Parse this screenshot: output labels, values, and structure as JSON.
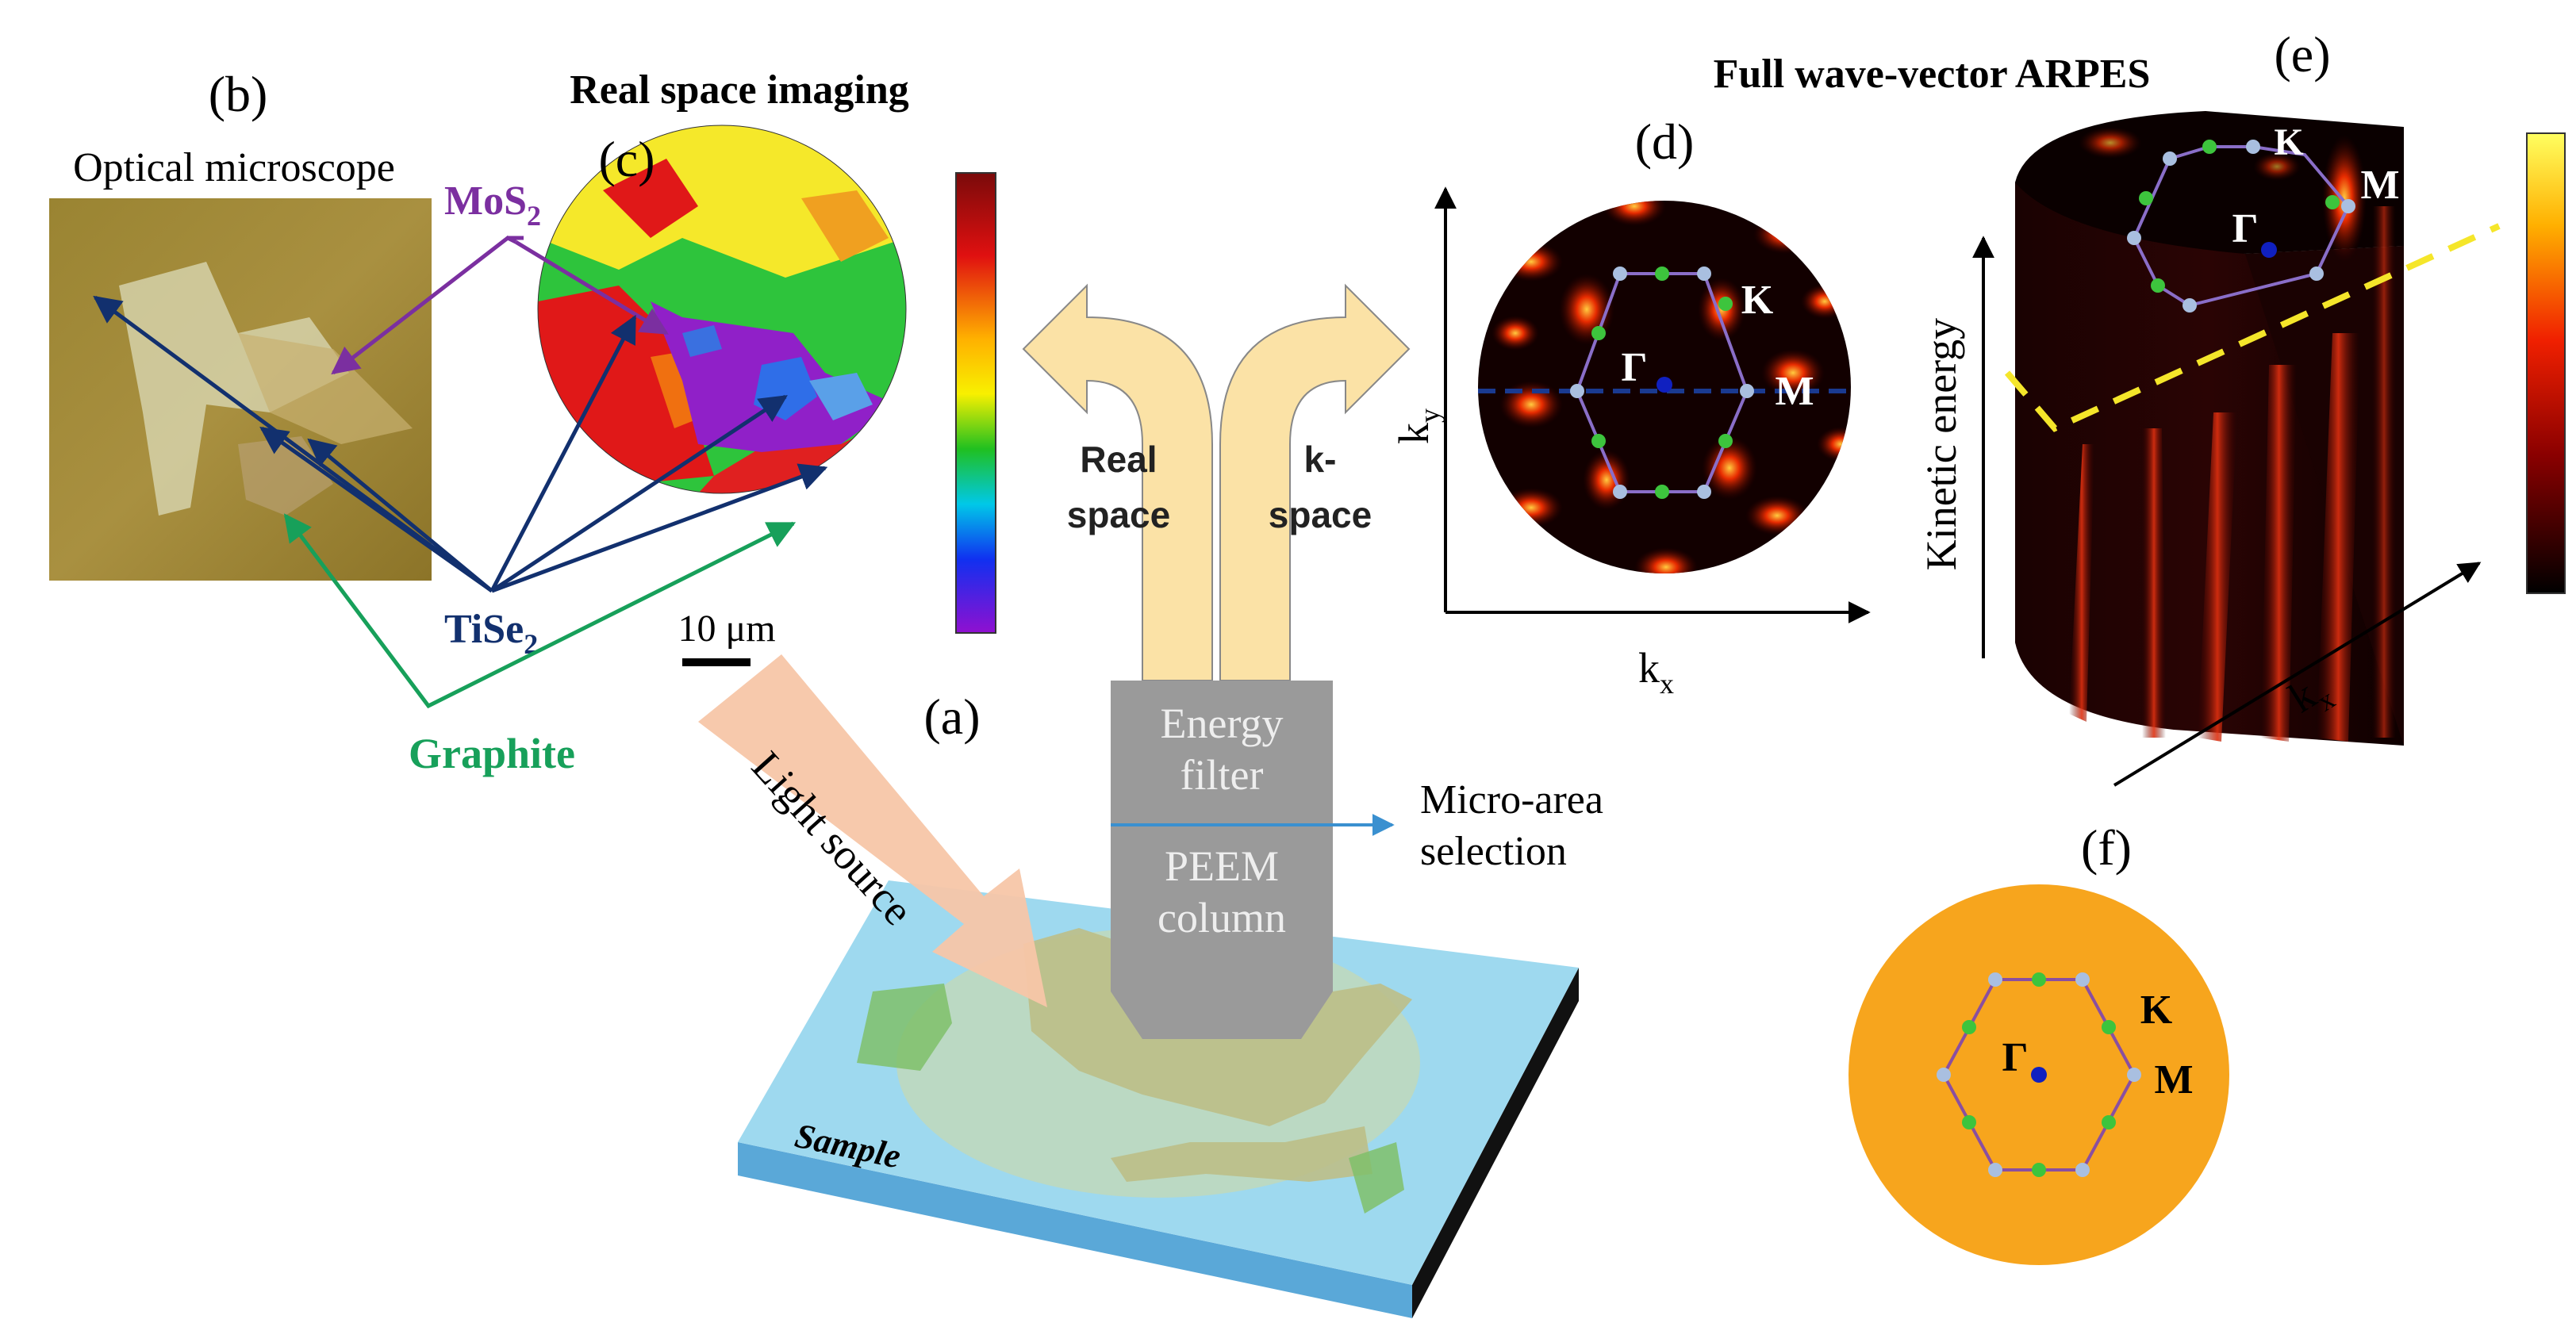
{
  "panels": {
    "b": "(b)",
    "c": "(c)",
    "d": "(d)",
    "e": "(e)",
    "a": "(a)",
    "f": "(f)"
  },
  "headings": {
    "optical": "Optical microscope",
    "real_imaging": "Real space imaging",
    "full_arpes": "Full wave-vector ARPES"
  },
  "materials": {
    "mos2": "MoS",
    "tise2": "TiSe",
    "sub2": "2",
    "graphite": "Graphite"
  },
  "scale": "10 μm",
  "arrows": {
    "real_line1": "Real",
    "real_line2": "space",
    "k_line1": "k-",
    "k_line2": "space"
  },
  "column": {
    "energy1": "Energy",
    "energy2": "filter",
    "peem1": "PEEM",
    "peem2": "column"
  },
  "micro": {
    "line1": "Micro-area",
    "line2": "selection"
  },
  "light": "Light source",
  "sample": "Sample",
  "axes": {
    "k": "k",
    "x": "x",
    "y": "y",
    "kinetic": "Kinetic energy"
  },
  "points": {
    "gamma": "Γ",
    "K": "K",
    "M": "M"
  },
  "colors": {
    "mos2": "#7b2fa0",
    "tise2": "#12306e",
    "graphite": "#17a05a",
    "arrow_fill": "#fbe2a6",
    "column": "#9a9a9a",
    "light": "#f7c6a8",
    "sample_top": "#9ed9ef",
    "orange_disk": "#f7a51d",
    "hex_line": "#8a6ec8",
    "k_point": "#a9bfe0",
    "m_point": "#3dc43d",
    "gamma_point": "#1020c0",
    "yellow_dash": "#f5e62a"
  }
}
